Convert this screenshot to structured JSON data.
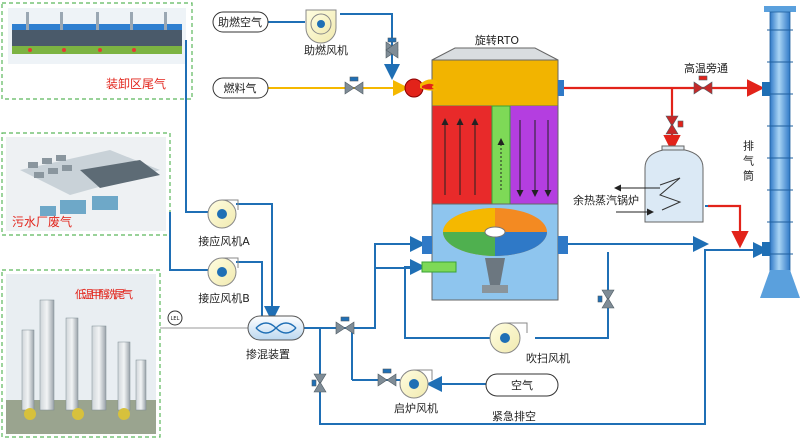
{
  "sources": {
    "loading_area": "装卸区尾气",
    "wastewater_plant": "污水厂废气",
    "methanol_wash": "低温甲醇洗尾气"
  },
  "inputs": {
    "combustion_air": "助燃空气",
    "fuel_gas": "燃料气",
    "air": "空气"
  },
  "equipment": {
    "combustion_fan": "助燃风机",
    "rto": "旋转RTO",
    "fan_a": "接应风机A",
    "fan_b": "接应风机B",
    "mixer": "掺混装置",
    "purge_fan": "吹扫风机",
    "startup_fan": "启炉风机",
    "boiler": "余热蒸汽锅炉",
    "stack": "排气筒",
    "lel": "LEL"
  },
  "lines": {
    "hot_bypass": "高温旁通",
    "emergency_vent": "紧急排空"
  },
  "colors": {
    "pipe": "#1f6fb5",
    "hot_pipe": "#e2231a",
    "fuel_pipe": "#f5b800",
    "dashed_frame": "#5cb85c",
    "label_red": "#e2231a"
  }
}
